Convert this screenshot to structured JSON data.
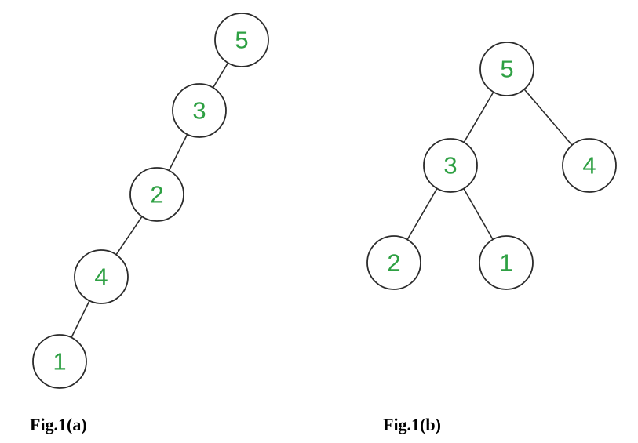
{
  "figures": [
    {
      "caption": "Fig.1(a)",
      "nodes": [
        {
          "id": "a5",
          "label": "5"
        },
        {
          "id": "a3",
          "label": "3"
        },
        {
          "id": "a2",
          "label": "2"
        },
        {
          "id": "a4",
          "label": "4"
        },
        {
          "id": "a1",
          "label": "1"
        }
      ],
      "edges": [
        [
          "a5",
          "a3"
        ],
        [
          "a3",
          "a2"
        ],
        [
          "a2",
          "a4"
        ],
        [
          "a4",
          "a1"
        ]
      ]
    },
    {
      "caption": "Fig.1(b)",
      "nodes": [
        {
          "id": "b5",
          "label": "5"
        },
        {
          "id": "b3",
          "label": "3"
        },
        {
          "id": "b4",
          "label": "4"
        },
        {
          "id": "b2",
          "label": "2"
        },
        {
          "id": "b1",
          "label": "1"
        }
      ],
      "edges": [
        [
          "b5",
          "b3"
        ],
        [
          "b5",
          "b4"
        ],
        [
          "b3",
          "b2"
        ],
        [
          "b3",
          "b1"
        ]
      ]
    }
  ],
  "colors": {
    "node_label": "#2ea043",
    "node_stroke": "#2b2b2b",
    "edge": "#2b2b2b",
    "background": "#ffffff"
  }
}
